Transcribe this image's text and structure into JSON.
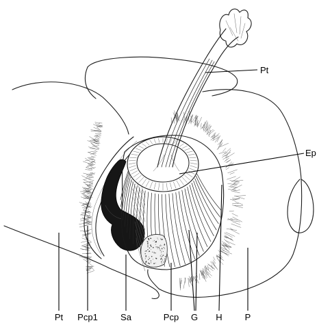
{
  "labels": {
    "pt_top": "Pt",
    "ep": "Ep",
    "pt_bottom": "Pt",
    "pcp1": "Pcp1",
    "sa": "Sa",
    "pcp": "Pcp",
    "g": "G",
    "h": "H",
    "p": "P"
  }
}
